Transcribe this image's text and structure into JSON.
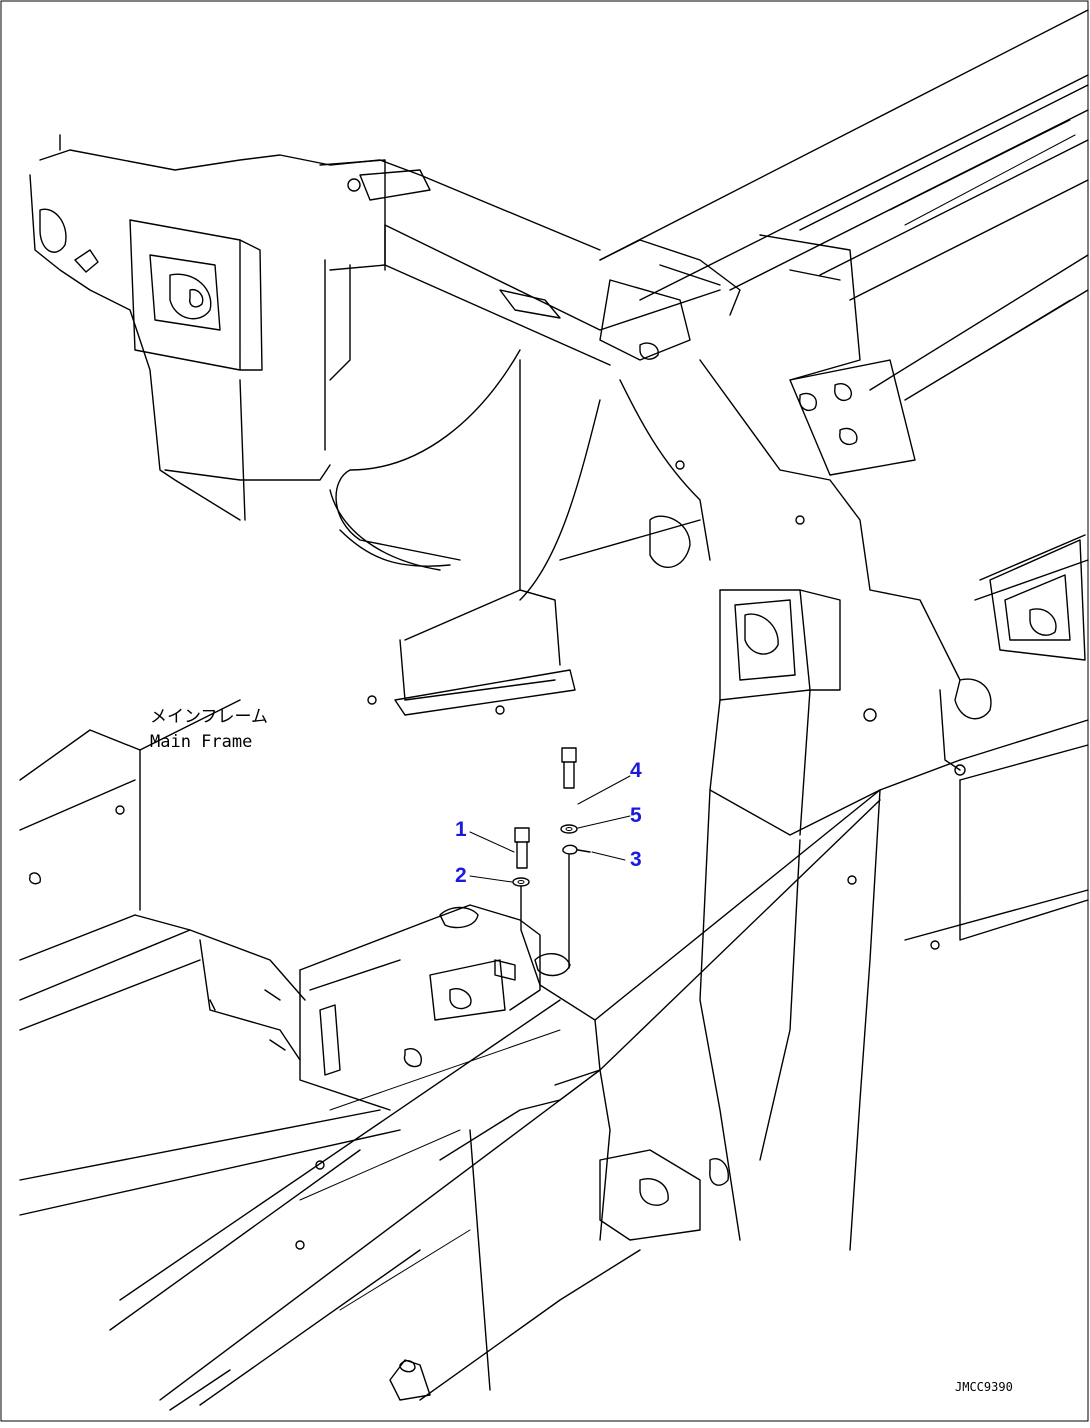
{
  "diagram": {
    "labels": {
      "main_frame_jp": "メインフレーム",
      "main_frame_en": "Main Frame"
    },
    "callouts": [
      {
        "id": "1",
        "part": "bolt"
      },
      {
        "id": "2",
        "part": "washer"
      },
      {
        "id": "3",
        "part": "clip"
      },
      {
        "id": "4",
        "part": "bolt"
      },
      {
        "id": "5",
        "part": "washer"
      }
    ],
    "drawing_id": "JMCC9390",
    "colors": {
      "callout": "#1a1adc",
      "line": "#000000",
      "background": "#ffffff"
    }
  }
}
